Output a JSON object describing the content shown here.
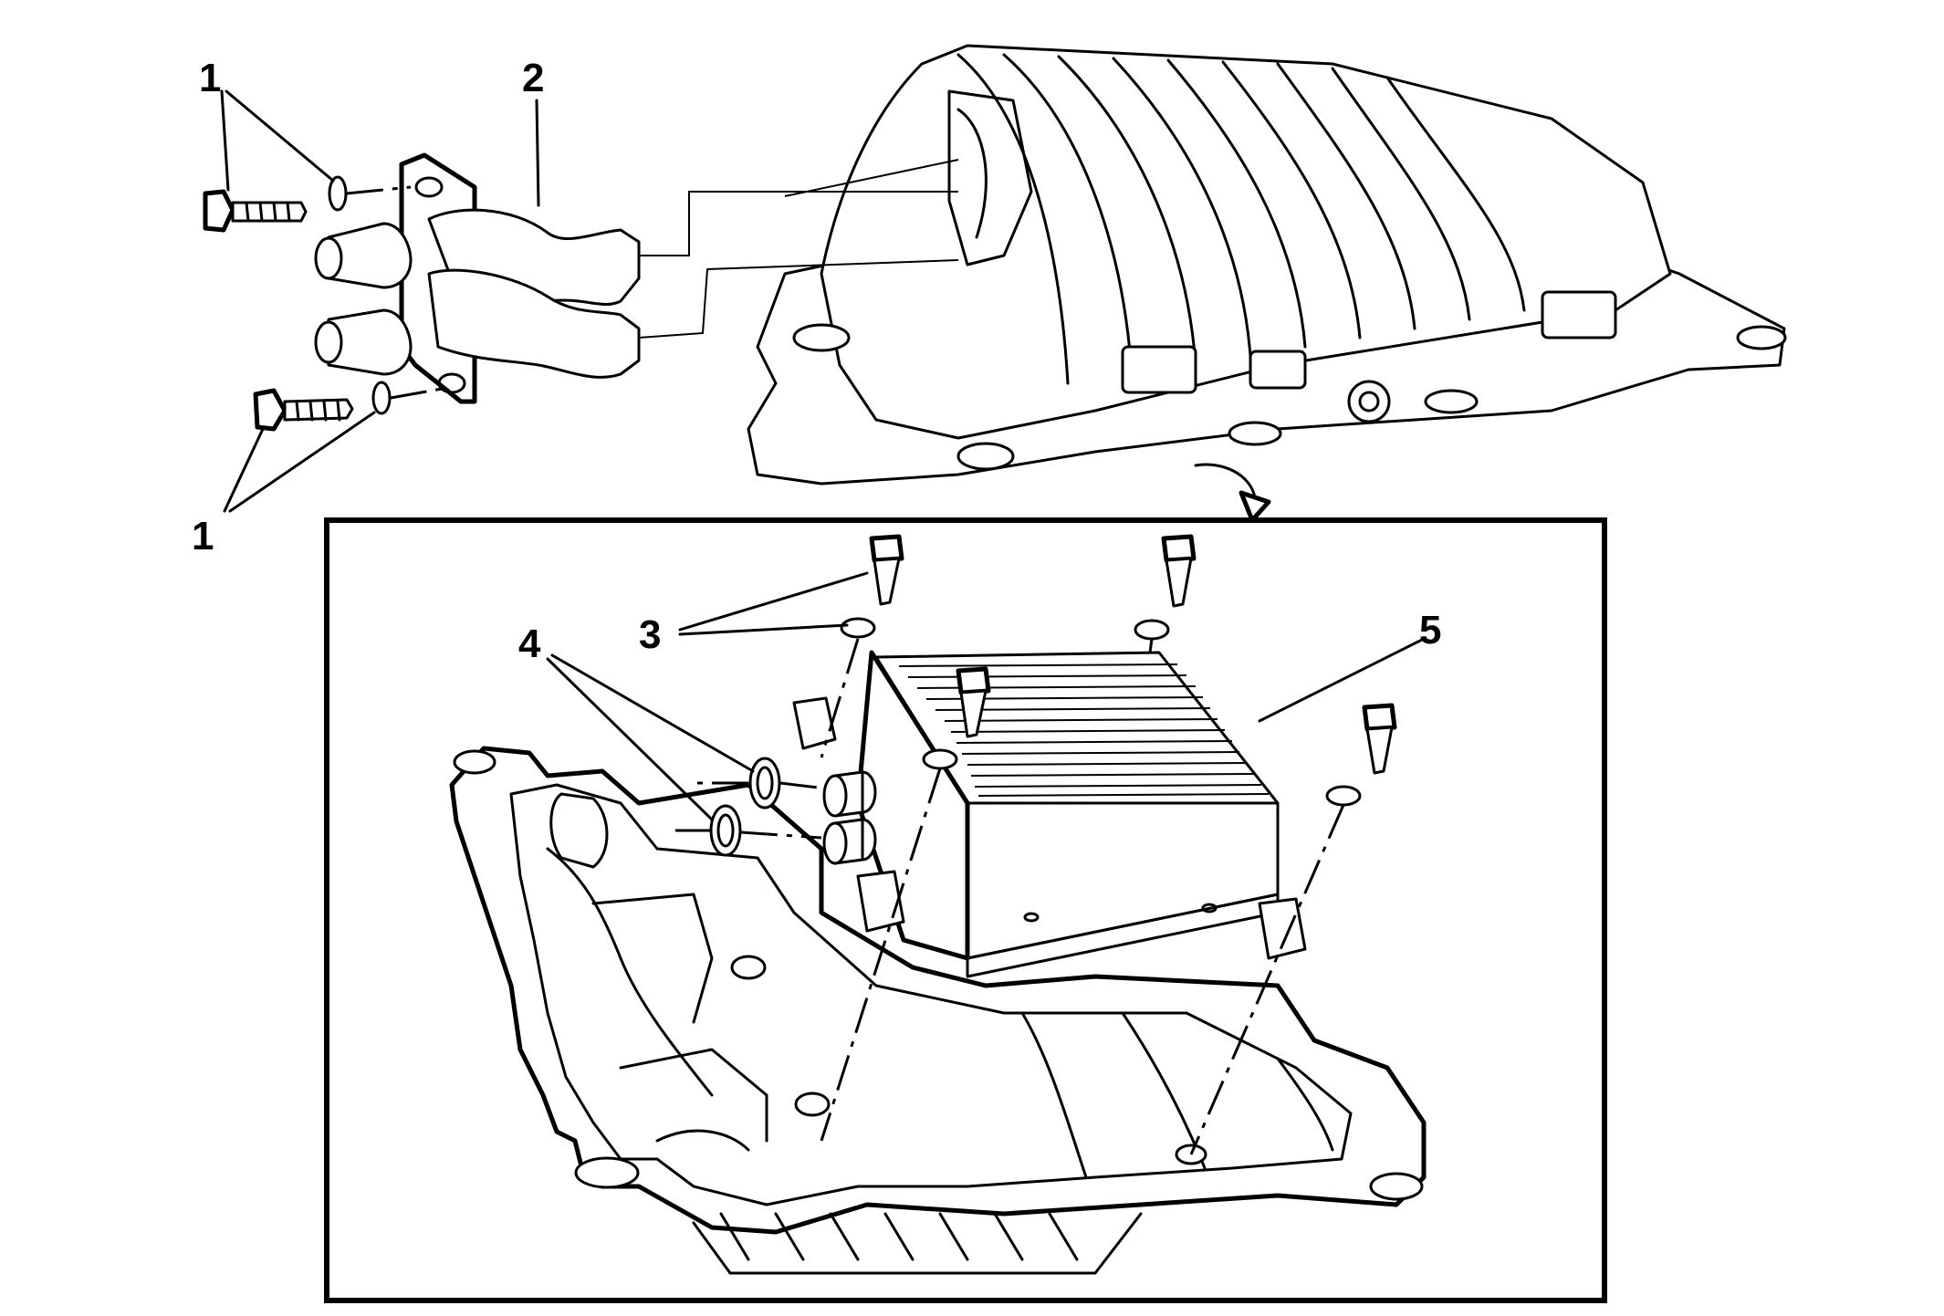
{
  "callouts": {
    "c1_top": "1",
    "c1_bottom": "1",
    "c2": "2",
    "c3": "3",
    "c4": "4",
    "c5": "5"
  }
}
